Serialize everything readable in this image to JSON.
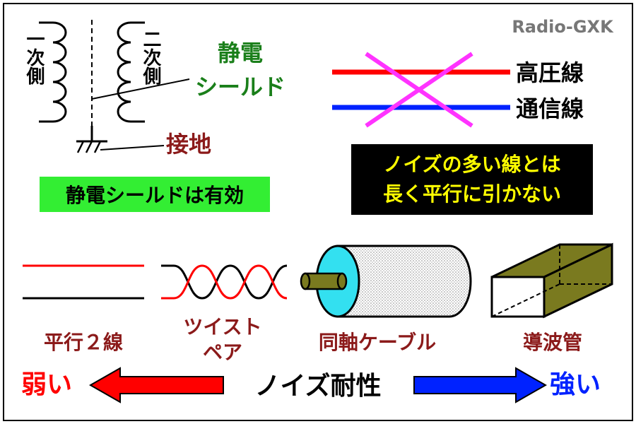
{
  "watermark": "Radio-GXK",
  "transformer": {
    "primary_label": "一次側",
    "secondary_label": "二次側",
    "shield_label_line1": "静電",
    "shield_label_line2": "シールド",
    "ground_label": "接地"
  },
  "shield_note": "静電シールドは有効",
  "crossed_lines": {
    "high_voltage_label": "高圧線",
    "comm_label": "通信線"
  },
  "warning_box": {
    "line1": "ノイズの多い線とは",
    "line2": "長く平行に引かない"
  },
  "cable_types": {
    "parallel": "平行２線",
    "twisted_line1": "ツイスト",
    "twisted_line2": "ペア",
    "coax": "同軸ケーブル",
    "waveguide": "導波管"
  },
  "scale": {
    "weak": "弱い",
    "title": "ノイズ耐性",
    "strong": "強い"
  },
  "colors": {
    "green_label": "#1a7f1a",
    "dark_red_label": "#8b1a1a",
    "red_line": "#ff0000",
    "blue_line": "#0022ff",
    "magenta_cross": "#ff33ff",
    "note_green_bg": "#33ee33",
    "warning_text": "#ffff00",
    "coax_cyan": "#33e0f0",
    "coax_core": "#7a7a1f",
    "waveguide_fill": "#7a7a1f",
    "weak_red": "#ff0000",
    "strong_blue": "#0022ff"
  }
}
